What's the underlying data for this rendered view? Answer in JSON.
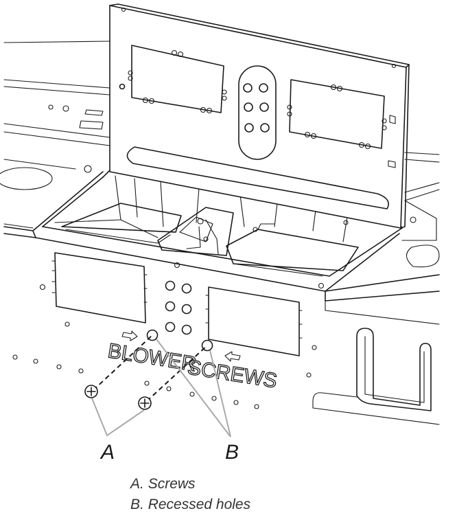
{
  "diagram": {
    "stamp_left": "BLOWER",
    "stamp_right": "SCREWS",
    "callouts": [
      {
        "letter": "A"
      },
      {
        "letter": "B"
      }
    ]
  },
  "legend": [
    {
      "key": "A.",
      "text": "Screws"
    },
    {
      "key": "B.",
      "text": "Recessed holes"
    }
  ]
}
